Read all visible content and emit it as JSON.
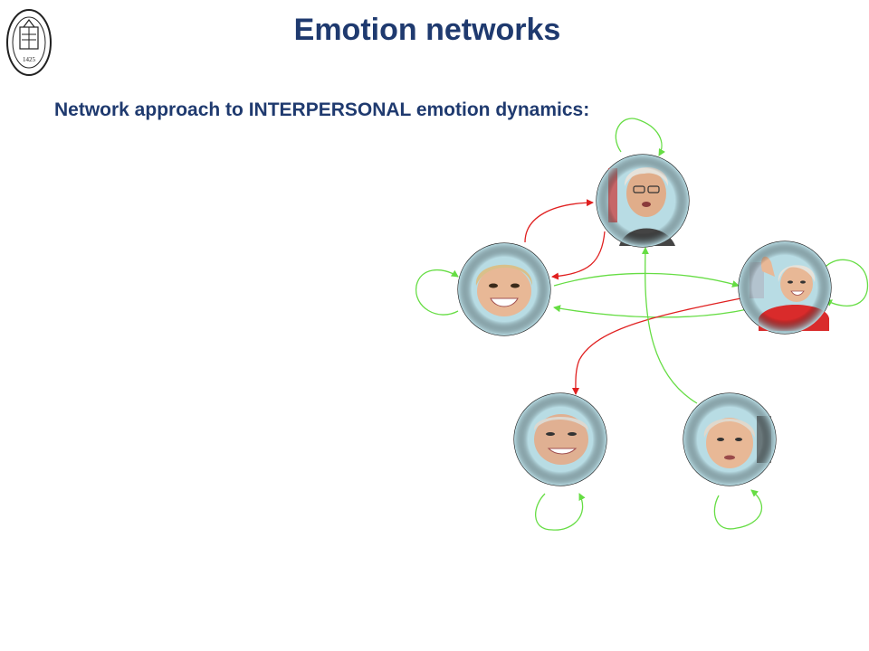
{
  "slide": {
    "title": "Emotion networks",
    "subtitle": "Network approach to INTERPERSONAL emotion dynamics:",
    "title_color": "#1f3a6f",
    "logo_year": "1425"
  },
  "network": {
    "nodes": [
      {
        "id": "person-top",
        "label": "",
        "photo": "woman with grey short hair and glasses, speaking"
      },
      {
        "id": "person-left",
        "label": "",
        "photo": "woman smiling broadly"
      },
      {
        "id": "person-right",
        "label": "",
        "photo": "woman waving, red jacket"
      },
      {
        "id": "person-bottom-left",
        "label": "",
        "photo": "older woman smiling"
      },
      {
        "id": "person-bottom-right",
        "label": "",
        "photo": "woman with serious expression"
      }
    ],
    "edges": [
      {
        "from": "person-left",
        "to": "person-top",
        "type": "negative"
      },
      {
        "from": "person-top",
        "to": "person-left",
        "type": "negative"
      },
      {
        "from": "person-left",
        "to": "person-right",
        "type": "positive"
      },
      {
        "from": "person-right",
        "to": "person-left",
        "type": "positive"
      },
      {
        "from": "person-right",
        "to": "person-bottom-left",
        "type": "negative"
      },
      {
        "from": "person-bottom-right",
        "to": "person-top",
        "type": "positive"
      },
      {
        "from": "person-top",
        "to": "person-top",
        "type": "positive"
      },
      {
        "from": "person-left",
        "to": "person-left",
        "type": "positive"
      },
      {
        "from": "person-right",
        "to": "person-right",
        "type": "positive"
      },
      {
        "from": "person-bottom-left",
        "to": "person-bottom-left",
        "type": "positive"
      },
      {
        "from": "person-bottom-right",
        "to": "person-bottom-right",
        "type": "positive"
      }
    ],
    "colors": {
      "positive": "#66dd44",
      "negative": "#e02020",
      "node_fill": "#b8dce4",
      "node_stroke": "#1a1a1a",
      "skin": "#e8b896",
      "hair_grey": "#d8d4cc",
      "hair_blond": "#d9c08a"
    }
  }
}
